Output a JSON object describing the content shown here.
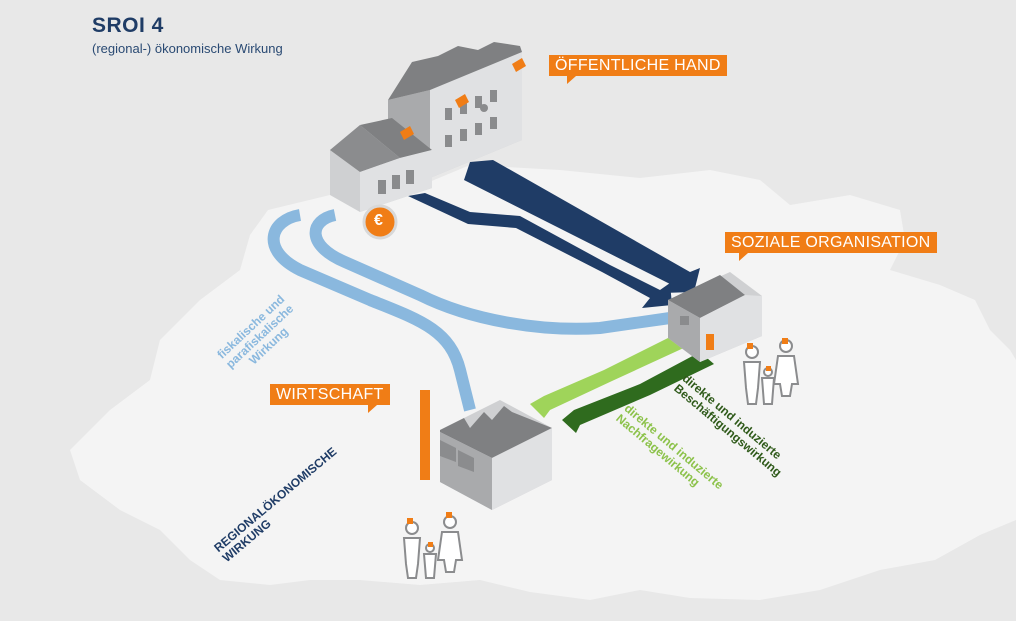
{
  "header": {
    "title": "SROI 4",
    "subtitle": "(regional-) ökonomische Wirkung"
  },
  "labels": {
    "public_sector": "ÖFFENTLICHE HAND",
    "social_org": "SOZIALE ORGANISATION",
    "economy": "WIRTSCHAFT"
  },
  "flows": {
    "fiscal_line1": "fiskalische und",
    "fiscal_line2": "parafiskalische",
    "fiscal_line3": "Wirkung",
    "employment_line1": "direkte und induzierte",
    "employment_line2": "Beschäftigungswirkung",
    "demand_line1": "direkte und induzierte",
    "demand_line2": "Nachfragewirkung",
    "regional_line1": "REGIONALÖKONOMISCHE",
    "regional_line2": "WIRKUNG"
  },
  "icons": {
    "euro_coin": "€"
  },
  "colors": {
    "orange": "#f07d16",
    "navy": "#1f3c66",
    "light_blue": "#8ab8de",
    "light_green": "#9fd45a",
    "dark_green": "#2f6b1e",
    "building_gray": "#8b8c8e"
  }
}
